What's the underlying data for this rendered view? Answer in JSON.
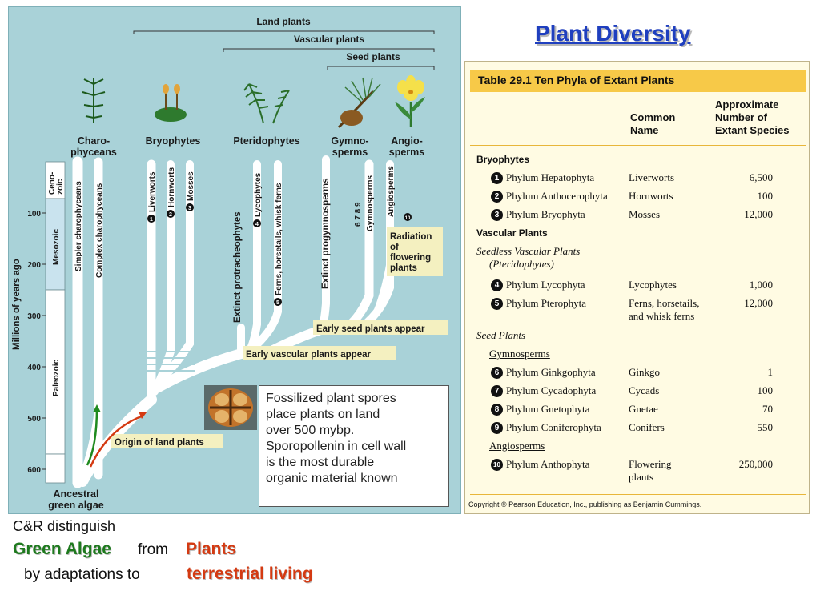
{
  "title": "Plant Diversity",
  "tree": {
    "brackets": {
      "land": "Land plants",
      "vascular": "Vascular plants",
      "seed": "Seed plants"
    },
    "groups": [
      "Charo-",
      "phyceans",
      "Bryophytes",
      "Pteridophytes",
      "Gymno-",
      "sperms",
      "Angio-",
      "sperms"
    ],
    "lineages": {
      "simpler_charo": "Simpler charophyceans",
      "complex_charo": "Complex charophyceans",
      "liverworts": "Liverworts",
      "hornworts": "Hornworts",
      "mosses": "Mosses",
      "extinct_protracheophytes": "Extinct protracheophytes",
      "lycophytes": "Lycophytes",
      "ferns": "Ferns, horsetails, whisk ferns",
      "extinct_progymnosperms": "Extinct progymnosperms",
      "gymnosperms": "Gymnosperms",
      "angiosperms": "Angiosperms"
    },
    "badges": {
      "liverworts": "1",
      "hornworts": "2",
      "mosses": "3",
      "lycophytes": "4",
      "ferns": "5",
      "gymno": "6 7 8 9",
      "angio": "10"
    },
    "axis_label": "Millions of years ago",
    "ticks": [
      "100",
      "200",
      "300",
      "400",
      "500",
      "600"
    ],
    "eras": [
      "Ceno-",
      "zoic",
      "Mesozoic",
      "Paleozoic"
    ],
    "events": {
      "radiation": [
        "Radiation",
        "of",
        "flowering",
        "plants"
      ],
      "early_seed": "Early seed plants appear",
      "early_vascular": "Early vascular plants appear",
      "origin": "Origin of land plants",
      "ancestral": [
        "Ancestral",
        "green algae"
      ]
    }
  },
  "fossil_note": [
    "Fossilized plant spores",
    "place plants on land",
    "over 500 mybp.",
    "Sporopollenin in cell wall",
    "is  the most durable",
    "organic material known"
  ],
  "table": {
    "title": "Table 29.1  Ten Phyla of Extant Plants",
    "col_common": [
      "Common",
      "Name"
    ],
    "col_species": [
      "Approximate",
      "Number of",
      "Extant Species"
    ],
    "sections": {
      "bryophytes": "Bryophytes",
      "vascular": "Vascular Plants",
      "seedless": "Seedless Vascular Plants",
      "pteridophytes": "(Pteridophytes)",
      "seed": "Seed Plants",
      "gymnosperms": "Gymnosperms",
      "angiosperms": "Angiosperms"
    },
    "rows": [
      {
        "num": "1",
        "phylum": "Phylum Hepatophyta",
        "common": "Liverworts",
        "common2": "",
        "species": "6,500"
      },
      {
        "num": "2",
        "phylum": "Phylum Anthocerophyta",
        "common": "Hornworts",
        "common2": "",
        "species": "100"
      },
      {
        "num": "3",
        "phylum": "Phylum Bryophyta",
        "common": "Mosses",
        "common2": "",
        "species": "12,000"
      },
      {
        "num": "4",
        "phylum": "Phylum Lycophyta",
        "common": "Lycophytes",
        "common2": "",
        "species": "1,000"
      },
      {
        "num": "5",
        "phylum": "Phylum Pterophyta",
        "common": "Ferns, horsetails,",
        "common2": "and whisk ferns",
        "species": "12,000"
      },
      {
        "num": "6",
        "phylum": "Phylum Ginkgophyta",
        "common": "Ginkgo",
        "common2": "",
        "species": "1"
      },
      {
        "num": "7",
        "phylum": "Phylum Cycadophyta",
        "common": "Cycads",
        "common2": "",
        "species": "100"
      },
      {
        "num": "8",
        "phylum": "Phylum Gnetophyta",
        "common": "Gnetae",
        "common2": "",
        "species": "70"
      },
      {
        "num": "9",
        "phylum": "Phylum Coniferophyta",
        "common": "Conifers",
        "common2": "",
        "species": "550"
      },
      {
        "num": "10",
        "phylum": "Phylum Anthophyta",
        "common": "Flowering",
        "common2": "plants",
        "species": "250,000"
      }
    ],
    "copyright": "Copyright © Pearson Education, Inc., publishing as Benjamin Cummings."
  },
  "bottom": {
    "line1": "C&R distinguish",
    "green_algae": "Green Algae",
    "from": "from",
    "plants": "Plants",
    "by": "by adaptations to",
    "terrestrial": "terrestrial living"
  },
  "colors": {
    "title": "#1f3fbf",
    "green": "#1e7a1e",
    "red": "#d43a12",
    "panel": "#a9d2d8",
    "table_head": "#f7c948",
    "table_bg": "#fffbe3"
  }
}
